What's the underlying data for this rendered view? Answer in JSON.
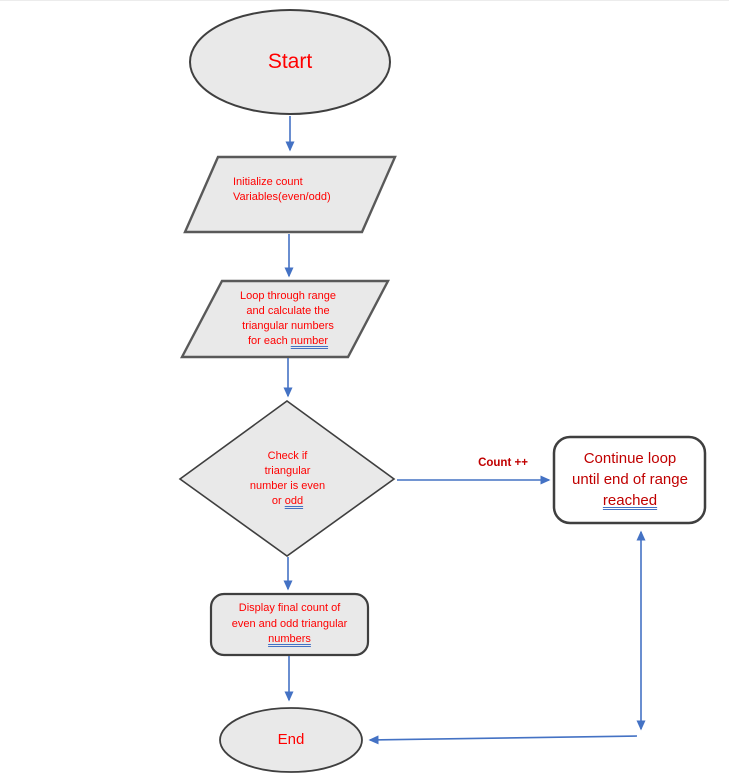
{
  "colors": {
    "arrow_blue": "#4472c4",
    "shape_fill": "#e9e9e9",
    "shape_border": "#3f3f3f",
    "parallelogram_border": "#595959",
    "text_red": "#ff0000",
    "text_dark_red": "#c00000",
    "grammar_underline_blue": "#4472c4",
    "continue_box_fill": "#ffffff"
  },
  "flowchart": {
    "start": {
      "label": "Start"
    },
    "initialize": {
      "line1": "Initialize count",
      "line2": "Variables(even/odd)"
    },
    "loop": {
      "line1": "Loop through range",
      "line2": "and calculate the",
      "line3": "triangular numbers",
      "line4_prefix": "for each ",
      "line4_underlined": "number"
    },
    "decision": {
      "line1": "Check if",
      "line2": "triangular",
      "line3": "number is even",
      "line4_prefix": "or ",
      "line4_underlined": "odd"
    },
    "display": {
      "line1": "Display final count of",
      "line2": "even and odd triangular",
      "line3_underlined": "numbers"
    },
    "continue_box": {
      "line1": "Continue loop",
      "line2": "until end of range",
      "line3_underlined": "reached"
    },
    "end": {
      "label": "End"
    },
    "edge_label": "Count ++"
  }
}
